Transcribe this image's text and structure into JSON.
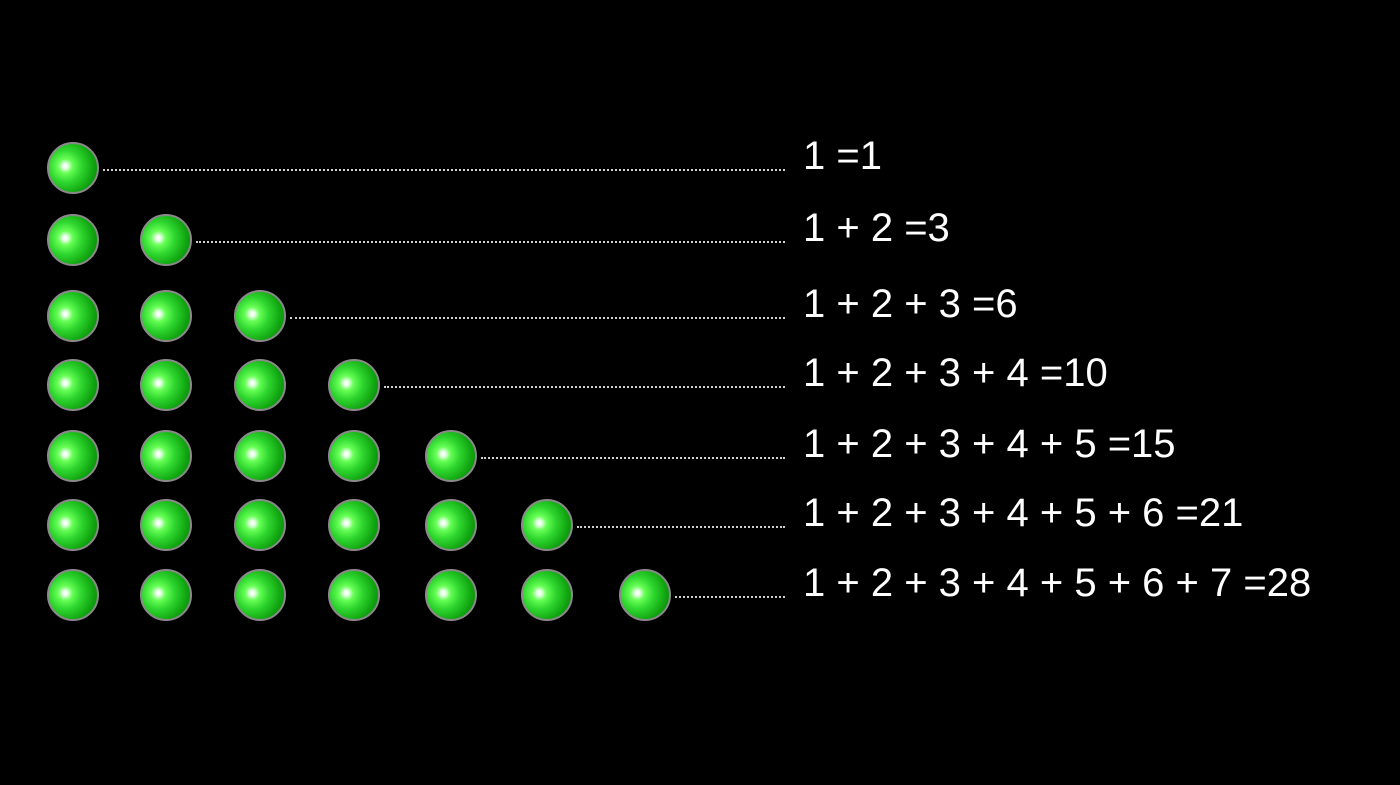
{
  "colors": {
    "background": "#000000",
    "ball": "#2fd62f",
    "ball_outline": "#8a8a8a",
    "leader": "#cfcfcf",
    "text": "#ffffff"
  },
  "rows": [
    {
      "balls": 1,
      "equation": "1 =1"
    },
    {
      "balls": 2,
      "equation": "1 + 2 =3"
    },
    {
      "balls": 3,
      "equation": "1 + 2 + 3 =6"
    },
    {
      "balls": 4,
      "equation": "1 + 2 + 3 + 4 =10"
    },
    {
      "balls": 5,
      "equation": "1 + 2 + 3 + 4 + 5 =15"
    },
    {
      "balls": 6,
      "equation": "1 + 2 + 3 + 4 + 5 + 6 =21"
    },
    {
      "balls": 7,
      "equation": "1 + 2 + 3 + 4 + 5 + 6 + 7 =28"
    }
  ]
}
